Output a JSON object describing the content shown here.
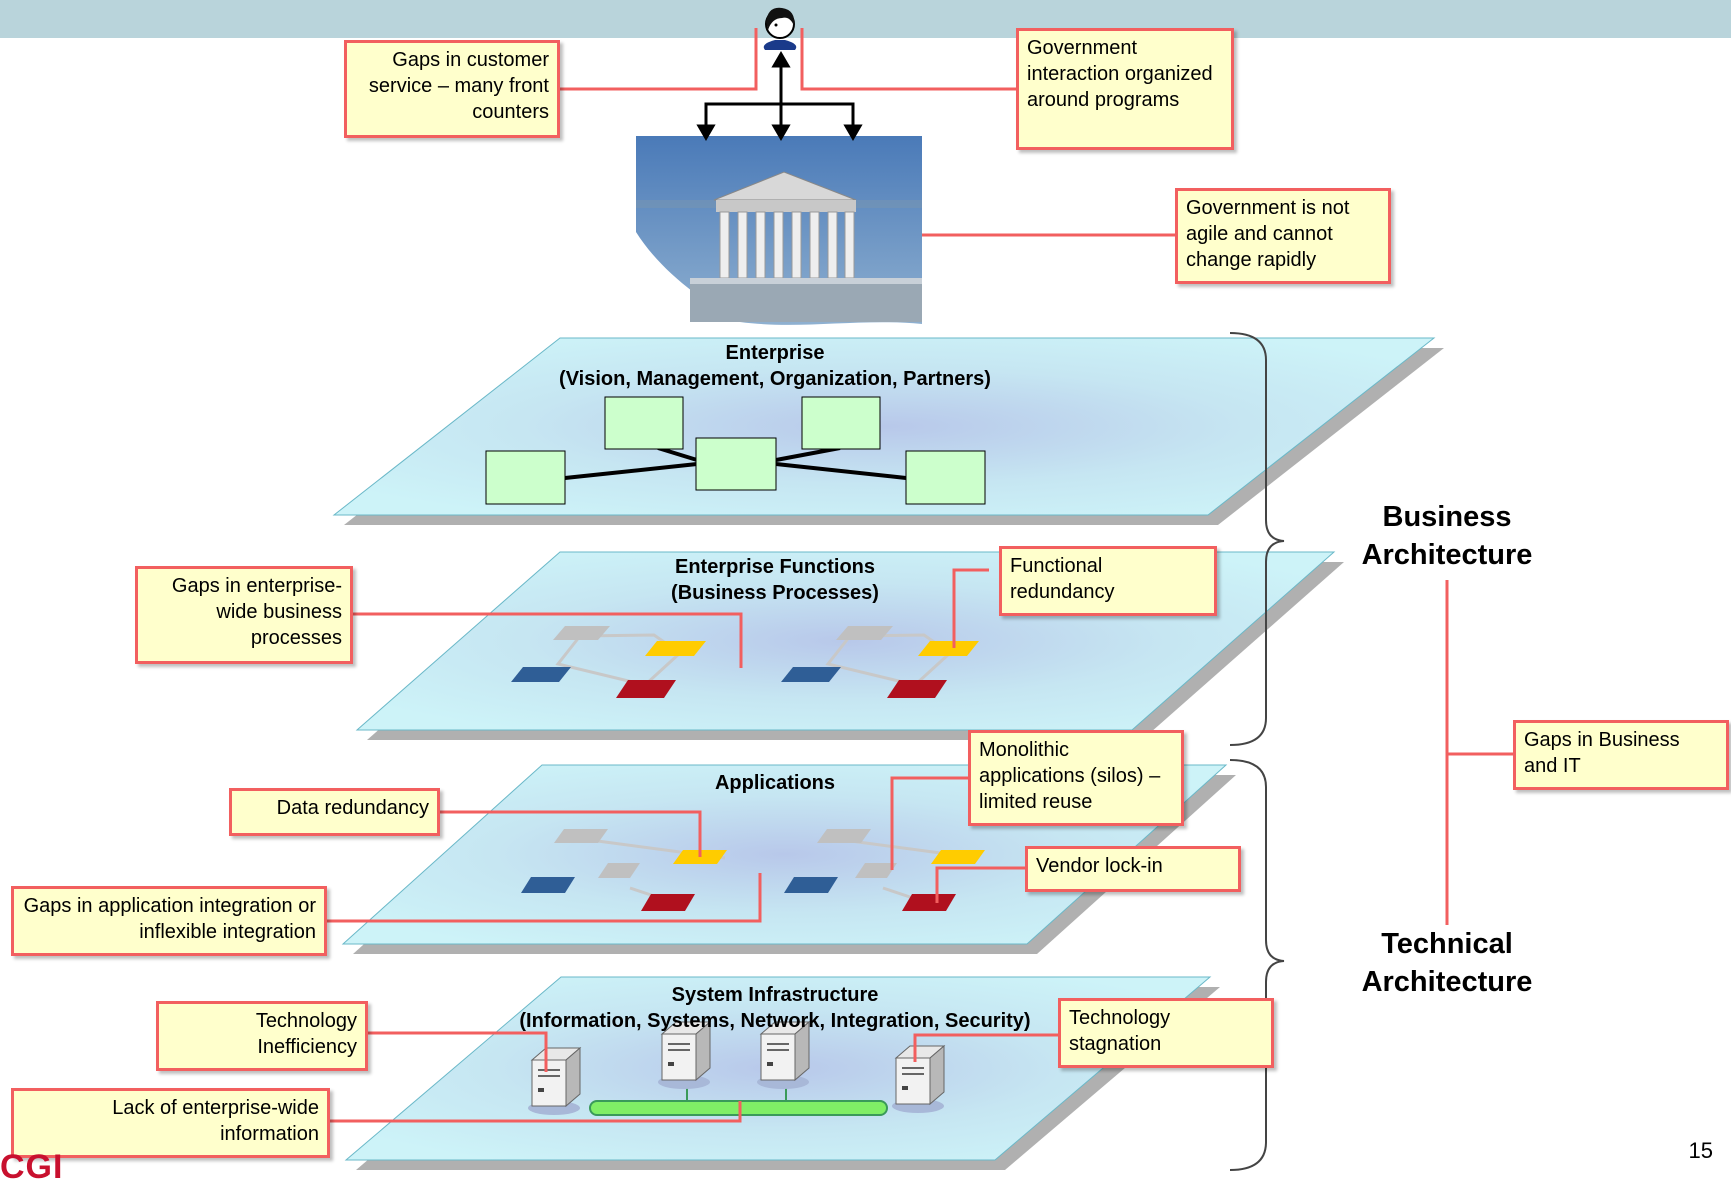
{
  "layers": {
    "enterprise": {
      "title": "Enterprise",
      "subtitle": "(Vision, Management, Organization, Partners)"
    },
    "functions": {
      "title": "Enterprise Functions",
      "subtitle": "(Business Processes)"
    },
    "applications": {
      "title": "Applications"
    },
    "infrastructure": {
      "title": "System Infrastructure",
      "subtitle": "(Information, Systems, Network, Integration, Security)"
    }
  },
  "callouts": {
    "customer_service": "Gaps in customer service – many front counters",
    "gov_programs": "Government interaction organized around programs",
    "gov_agile": "Government is not agile and cannot change rapidly",
    "business_processes": "Gaps in enterprise-wide business processes",
    "functional_redundancy": "Functional redundancy",
    "monolithic": "Monolithic applications (silos) – limited reuse",
    "data_redundancy": "Data redundancy",
    "vendor_lockin": "Vendor lock-in",
    "app_integration": "Gaps in application integration or inflexible integration",
    "tech_inefficiency": "Technology Inefficiency",
    "tech_stagnation": "Technology stagnation",
    "enterprise_info": "Lack of enterprise-wide information",
    "business_it": "Gaps in Business and IT"
  },
  "architecture": {
    "business": "Business Architecture",
    "technical": "Technical Architecture"
  },
  "page_number": "15",
  "logo_text": "CGI",
  "colors": {
    "plane": "#cdf0f6",
    "callout_fill": "#ffffcc",
    "callout_border": "#f25f5f",
    "connector": "#f25f5f",
    "box_fill": "#ccffcc",
    "yellow": "#ffcc00",
    "red": "#b0101e",
    "blue": "#2f5e96",
    "gray": "#c0c0c0",
    "bus": "#80ee66",
    "topbar": "#b9d4db"
  },
  "icons": {
    "person": "person-icon",
    "building": "government-building-icon",
    "server": "server-icon"
  }
}
